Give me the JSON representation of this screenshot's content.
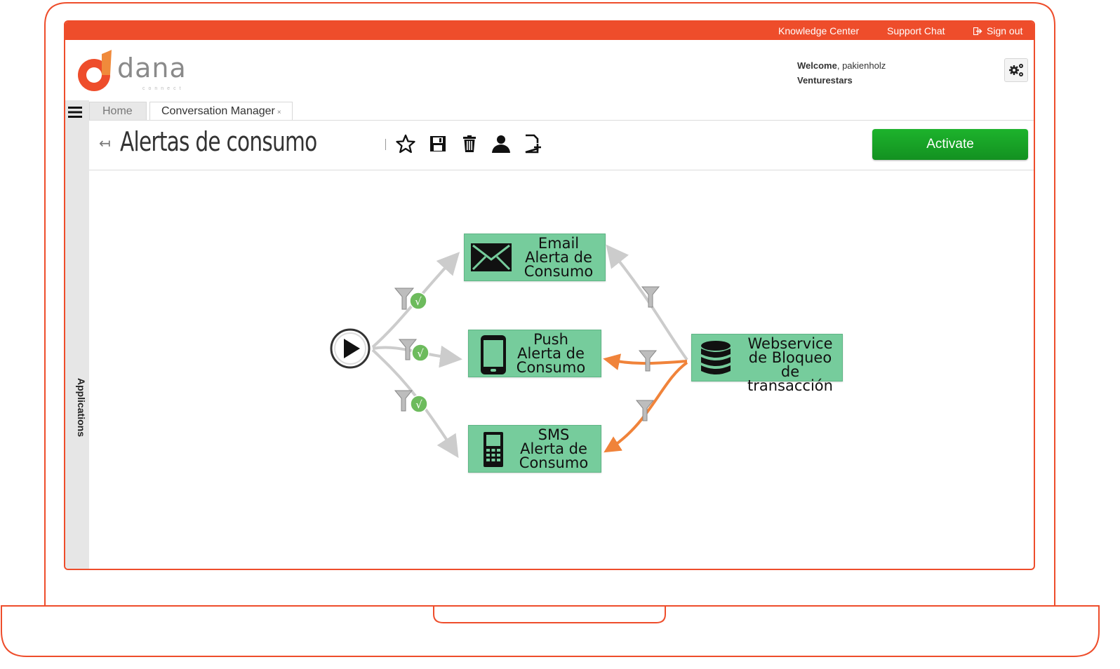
{
  "topbar": {
    "knowledge_center": "Knowledge Center",
    "support_chat": "Support Chat",
    "sign_out": "Sign out"
  },
  "logo": {
    "word": "dana",
    "sub": "connect"
  },
  "user": {
    "welcome_label": "Welcome",
    "username": ", pakienholz",
    "org": "Venturestars"
  },
  "sidebar": {
    "label": "Applications"
  },
  "tabs": [
    {
      "label": "Home"
    },
    {
      "label": "Conversation Manager",
      "close": "×"
    }
  ],
  "page": {
    "title": "Alertas de consumo",
    "activate_label": "Activate"
  },
  "toolbar_icons": [
    "star-icon",
    "save-icon",
    "trash-icon",
    "user-icon",
    "add-document-icon"
  ],
  "colors": {
    "brand": "#ee4d2b",
    "node": "#76cc9c",
    "activate": "#1db32c",
    "orange_flow": "#f0833a",
    "grey_flow": "#cccccc",
    "check": "#6dbb5d"
  },
  "flow": {
    "nodes": {
      "email": {
        "line1": "Email",
        "line2": "Alerta de",
        "line3": "Consumo"
      },
      "push": {
        "line1": "Push",
        "line2": "Alerta de",
        "line3": "Consumo"
      },
      "sms": {
        "line1": "SMS",
        "line2": "Alerta de",
        "line3": "Consumo"
      },
      "webservice": {
        "line1": "Webservice",
        "line2": "de Bloqueo",
        "line3": "de transacción"
      }
    },
    "check_glyph": "√"
  }
}
